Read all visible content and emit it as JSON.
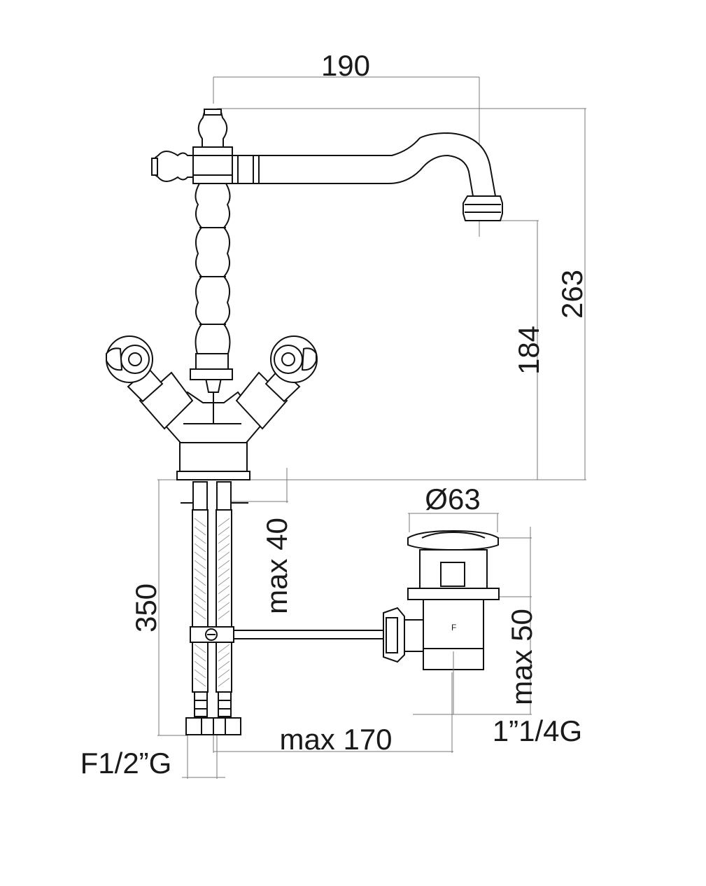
{
  "dimensions": {
    "width_top": "190",
    "height_total": "263",
    "height_spout": "184",
    "hose_length": "350",
    "max_40": "max 40",
    "max_50": "max 50",
    "max_170": "max 170",
    "waste_diameter": "Ø63",
    "waste_thread": "1”1/4G",
    "inlet_thread": "F1/2”G"
  },
  "labels": {
    "waste_marker": "F"
  }
}
